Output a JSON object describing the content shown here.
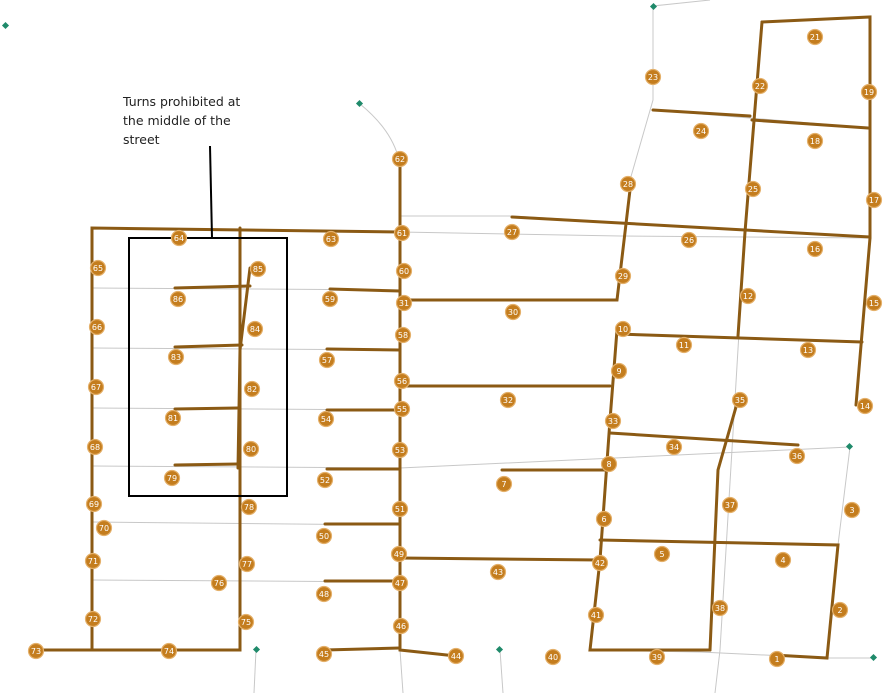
{
  "annotation": {
    "lines": [
      "Turns prohibited at",
      "the middle of the",
      "street"
    ]
  },
  "colors": {
    "road": "#8b5a14",
    "node_fill": "#c47d1e",
    "node_stroke": "#e4b06a",
    "thin_road": "#c8c8c8",
    "junction": "#1f8a6a",
    "box": "#000000"
  },
  "nodes": [
    "1",
    "2",
    "3",
    "5",
    "6",
    "7",
    "8",
    "9",
    "10",
    "11",
    "12",
    "13",
    "14",
    "15",
    "16",
    "17",
    "18",
    "19",
    "21",
    "22",
    "23",
    "24",
    "25",
    "26",
    "27",
    "28",
    "29",
    "30",
    "31",
    "32",
    "33",
    "34",
    "35",
    "36",
    "37",
    "38",
    "39",
    "40",
    "41",
    "42",
    "43",
    "44",
    "45",
    "46",
    "47",
    "48",
    "49",
    "50",
    "51",
    "52",
    "53",
    "54",
    "55",
    "56",
    "57",
    "58",
    "59",
    "60",
    "61",
    "62",
    "63",
    "64",
    "65",
    "66",
    "67",
    "68",
    "69",
    "70",
    "71",
    "72",
    "73",
    "74",
    "75",
    "76",
    "77",
    "78",
    "79",
    "80",
    "81",
    "82",
    "83",
    "84",
    "85",
    "86",
    "4"
  ]
}
